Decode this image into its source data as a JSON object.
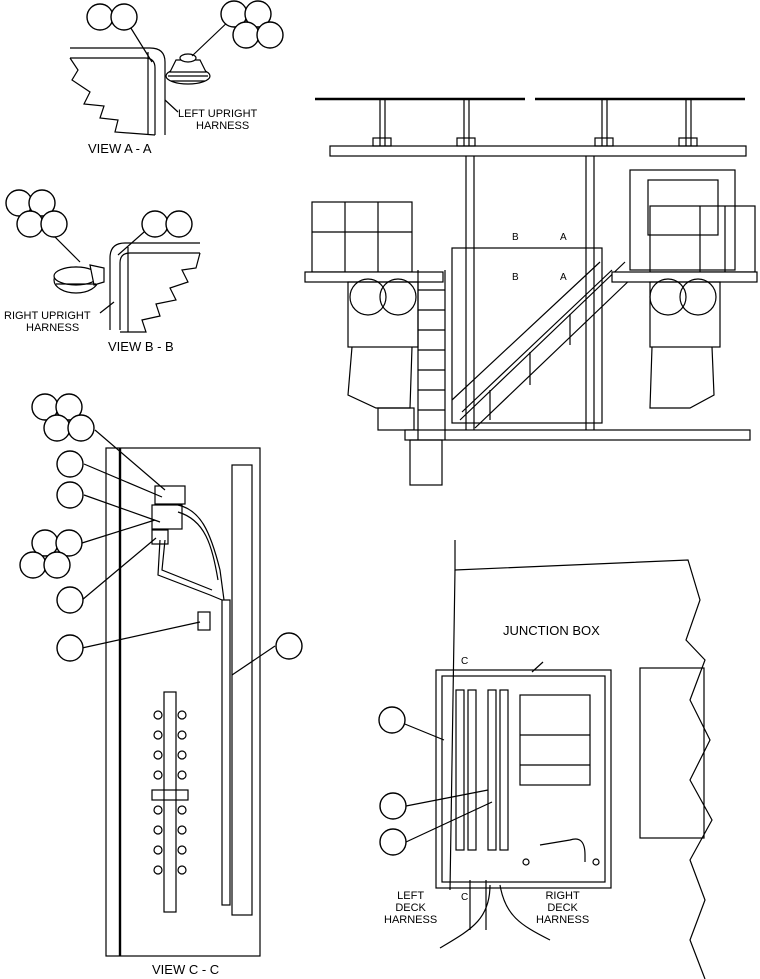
{
  "labels": {
    "view_aa": "VIEW  A - A",
    "left_upright_harness_line1": "LEFT UPRIGHT",
    "left_upright_harness_line2": "HARNESS",
    "view_bb": "VIEW  B - B",
    "right_upright_harness_line1": "RIGHT UPRIGHT",
    "right_upright_harness_line2": "HARNESS",
    "view_cc": "VIEW  C - C",
    "junction_box": "JUNCTION BOX",
    "left_deck_harness_line1": "LEFT",
    "left_deck_harness_line2": "DECK",
    "left_deck_harness_line3": "HARNESS",
    "right_deck_harness_line1": "RIGHT",
    "right_deck_harness_line2": "DECK",
    "right_deck_harness_line3": "HARNESS",
    "section_c_top": "C",
    "section_c_bottom": "C",
    "section_a_upper": "A",
    "section_a_lower": "A",
    "section_b_upper": "B",
    "section_b_lower": "B"
  }
}
